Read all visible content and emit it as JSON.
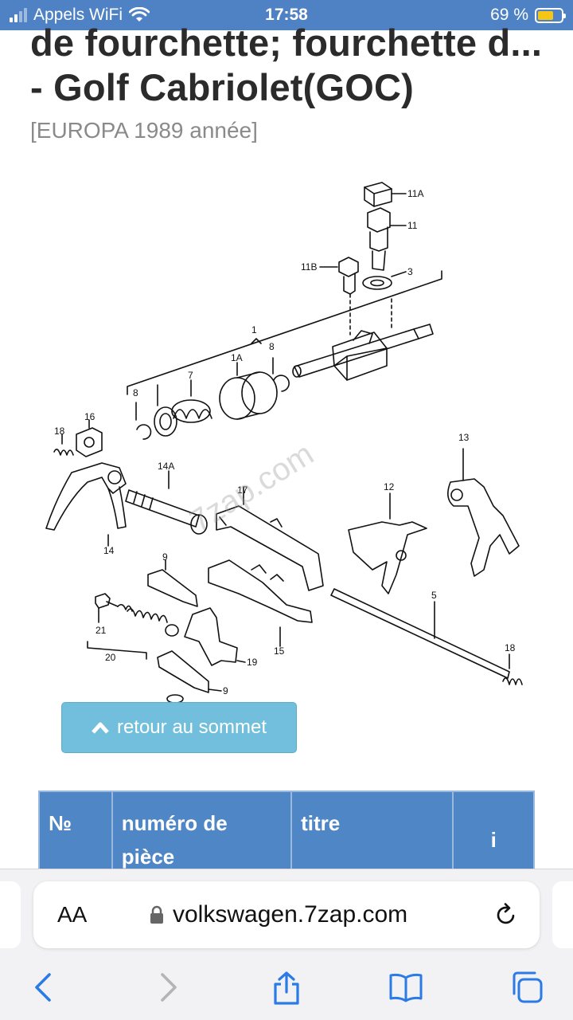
{
  "status_bar": {
    "carrier": "Appels WiFi",
    "time": "17:58",
    "battery_percent": "69 %",
    "battery_level": 0.69,
    "colors": {
      "bar": "#4f82c4",
      "battery": "#f5c518"
    }
  },
  "page": {
    "title": "de fourchette; fourchette d... - Golf Cabriolet(GOC)",
    "subtitle": "[EUROPA 1989 année]"
  },
  "diagram": {
    "watermark": "7zap.com",
    "labels": {
      "l11A": "11A",
      "l11": "11",
      "l11B": "11B",
      "l3": "3",
      "l1": "1",
      "l8a": "8",
      "l8b": "8",
      "l7": "7",
      "l1A": "1A",
      "l18a": "18",
      "l16": "16",
      "l14A": "14A",
      "l17": "17",
      "l14": "14",
      "l12": "12",
      "l13": "13",
      "l9a": "9",
      "l21": "21",
      "l20": "20",
      "l15": "15",
      "l19": "19",
      "l9b": "9",
      "l5": "5",
      "l18b": "18"
    }
  },
  "back_to_top": {
    "label": "retour au sommet",
    "color": "#71bfdc"
  },
  "table": {
    "headers": [
      "№",
      "numéro de pièce",
      "titre",
      "i"
    ],
    "header_color": "#4f86c6"
  },
  "browser": {
    "text_size_label": "AA",
    "url": "volkswagen.7zap.com",
    "icons": [
      "lock-icon",
      "reload-icon",
      "back-icon",
      "forward-icon",
      "share-icon",
      "bookmarks-icon",
      "tabs-icon"
    ]
  }
}
